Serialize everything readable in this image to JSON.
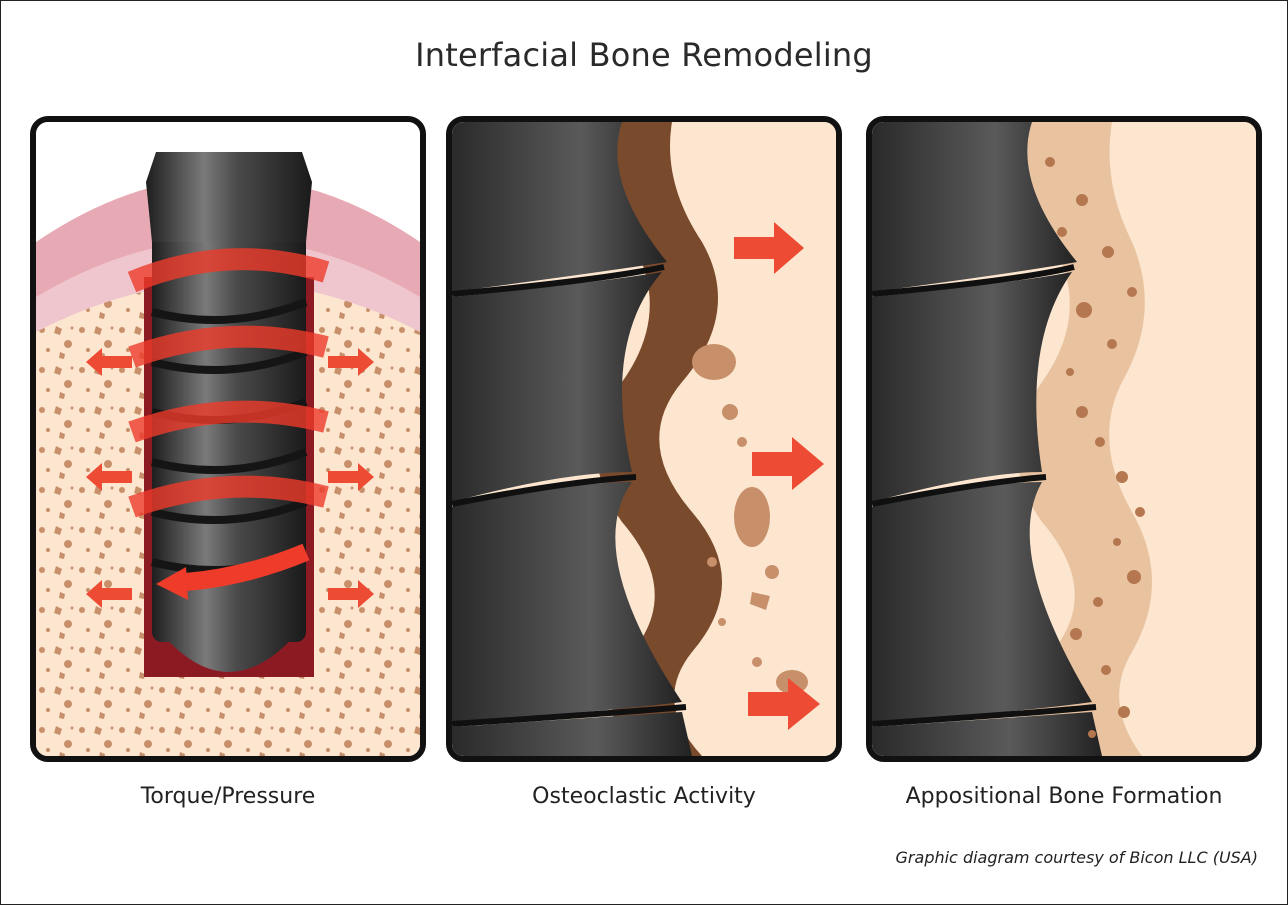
{
  "title": "Interfacial Bone Remodeling",
  "panels": [
    {
      "caption": "Torque/Pressure",
      "illustration": "implant-torque-pressure"
    },
    {
      "caption": "Osteoclastic Activity",
      "illustration": "osteoclastic-activity"
    },
    {
      "caption": "Appositional Bone Formation",
      "illustration": "appositional-bone-formation"
    }
  ],
  "credit": "Graphic diagram courtesy of Bicon LLC (USA)",
  "colors": {
    "bone": "#fce6cf",
    "bone_particles": "#c8906a",
    "gum": "#e7a9b3",
    "implant": "#3c3c3c",
    "arrow": "#ee4b34",
    "resorption_band": "#7a4a2c",
    "socket": "#8c1a22"
  }
}
